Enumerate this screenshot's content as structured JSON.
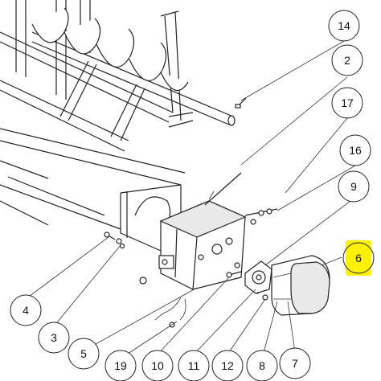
{
  "callouts": [
    {
      "id": "14",
      "label": "14",
      "highlighted": false
    },
    {
      "id": "2",
      "label": "2",
      "highlighted": false
    },
    {
      "id": "17",
      "label": "17",
      "highlighted": false
    },
    {
      "id": "16",
      "label": "16",
      "highlighted": false
    },
    {
      "id": "9",
      "label": "9",
      "highlighted": false
    },
    {
      "id": "6",
      "label": "6",
      "highlighted": true
    },
    {
      "id": "4",
      "label": "4",
      "highlighted": false
    },
    {
      "id": "3",
      "label": "3",
      "highlighted": false
    },
    {
      "id": "5",
      "label": "5",
      "highlighted": false
    },
    {
      "id": "19",
      "label": "19",
      "highlighted": false
    },
    {
      "id": "10",
      "label": "10",
      "highlighted": false
    },
    {
      "id": "11",
      "label": "11",
      "highlighted": false
    },
    {
      "id": "12",
      "label": "12",
      "highlighted": false
    },
    {
      "id": "8",
      "label": "8",
      "highlighted": false
    },
    {
      "id": "7",
      "label": "7",
      "highlighted": false
    }
  ],
  "colors": {
    "highlight_fill": "#fff200",
    "line": "#222222",
    "background": "#ffffff"
  }
}
